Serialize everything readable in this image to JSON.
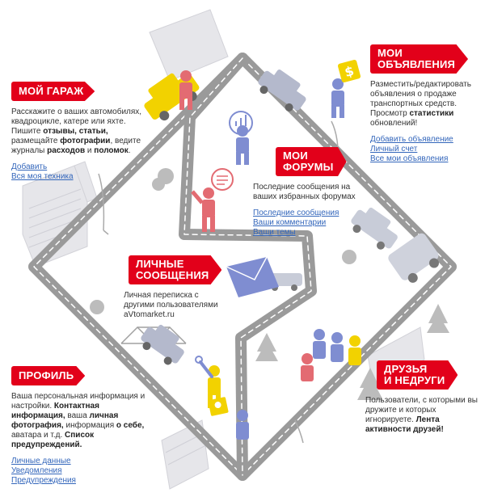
{
  "sections": {
    "garage": {
      "title": "Мой гараж",
      "desc": {
        "p1": "Расскажите о ваших автомобилях, квадроцикле, катере или яхте. Пишите ",
        "b1": "отзывы, статьи,",
        "p2": " размещайте ",
        "b2": "фотографии",
        "p3": ", ведите журналы ",
        "b3": "расходов",
        "p4": " и ",
        "b4": "поломок",
        "p5": "."
      },
      "links": [
        "Добавить",
        "Вся моя техника"
      ]
    },
    "ads": {
      "title_line1": "Мои",
      "title_line2": "объявления",
      "desc": {
        "p1": "Разместить/редактировать объявления о продаже транспортных средств. Просмотр ",
        "b1": "статистики",
        "p2": " обновлений!"
      },
      "links": [
        "Добавить объявление",
        "Личный счет",
        "Все мои объявления"
      ]
    },
    "forums": {
      "title_line1": "Мои",
      "title_line2": "форумы",
      "desc": "Последние сообщения на ваших избранных форумах",
      "links": [
        "Последние сообщения",
        "Ваши комментарии",
        "Ваши темы"
      ]
    },
    "messages": {
      "title_line1": "Личные",
      "title_line2": "сообщения",
      "desc": "Личная переписка с другими пользователями aVtomarket.ru"
    },
    "profile": {
      "title": "Профиль",
      "desc": {
        "p1": "Ваша персональная информация и настройки. ",
        "b1": "Контактная информация,",
        "p2": " ваша ",
        "b2": "личная фотография,",
        "p3": " информация ",
        "b3": "о себе,",
        "p4": " аватара и т.д. ",
        "b4": "Список предупреждений."
      },
      "links": [
        "Личные данные",
        "Уведомления",
        "Предупреждения"
      ]
    },
    "friends": {
      "title_line1": "Друзья",
      "title_line2": "и недруги",
      "desc": {
        "p1": "Пользователи, с которыми вы дружите и которых игнорируете. ",
        "b1": "Лента активности друзей!"
      }
    }
  },
  "colors": {
    "accent": "#e2001a",
    "link": "#3366bb",
    "road": "#999999",
    "car": "#b4b9cc",
    "yellow": "#f2d200",
    "person_red": "#e36b72",
    "person_blue": "#7f8dd1",
    "tree": "#bcbcbc"
  },
  "icons": [
    "letter-icon",
    "speech-bubble-icon",
    "dollar-sign-icon",
    "wrench-icon",
    "photo-card-icon"
  ]
}
